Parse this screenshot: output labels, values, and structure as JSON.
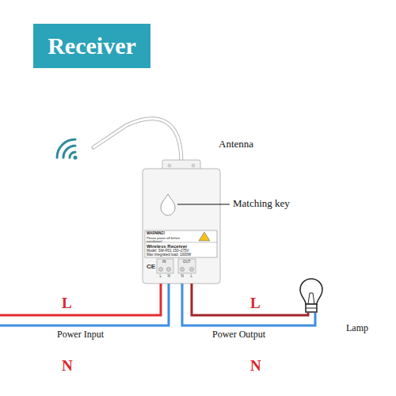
{
  "diagram": {
    "title": "Receiver",
    "labels": [
      "Antenna",
      "Matching key",
      "WARNING!",
      "Please power off before installation!",
      "Wireless Receiver",
      "Model: SW-R01 150~275V",
      "Max integrated load: 1000W",
      "CE",
      "IN",
      "OUT",
      "L",
      "N",
      "N",
      "L",
      "L",
      "Power Input",
      "N",
      "L",
      "Power Output",
      "N",
      "Lamp"
    ]
  }
}
